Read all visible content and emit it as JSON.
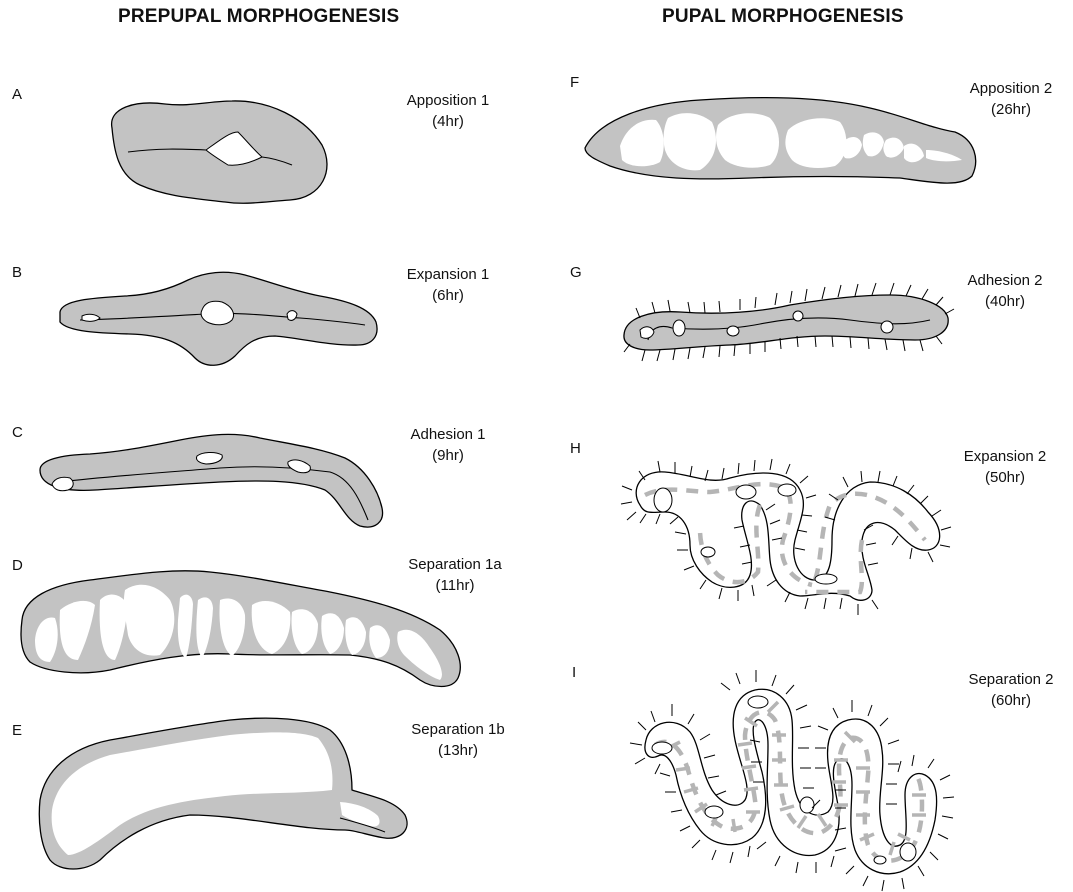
{
  "headings": {
    "prepupal": "PREPUPAL MORPHOGENESIS",
    "pupal": "PUPAL MORPHOGENESIS"
  },
  "panels": [
    {
      "letter": "A",
      "stage": "Apposition 1",
      "time": "(4hr)"
    },
    {
      "letter": "B",
      "stage": "Expansion 1",
      "time": "(6hr)"
    },
    {
      "letter": "C",
      "stage": "Adhesion 1",
      "time": "(9hr)"
    },
    {
      "letter": "D",
      "stage": "Separation 1a",
      "time": "(11hr)"
    },
    {
      "letter": "E",
      "stage": "Separation 1b",
      "time": "(13hr)"
    },
    {
      "letter": "F",
      "stage": "Apposition 2",
      "time": "(26hr)"
    },
    {
      "letter": "G",
      "stage": "Adhesion 2",
      "time": "(40hr)"
    },
    {
      "letter": "H",
      "stage": "Expansion 2",
      "time": "(50hr)"
    },
    {
      "letter": "I",
      "stage": "Separation 2",
      "time": "(60hr)"
    }
  ],
  "colors": {
    "tissue": "#c3c3c3",
    "lumen": "#ffffff",
    "outline": "#000000"
  }
}
